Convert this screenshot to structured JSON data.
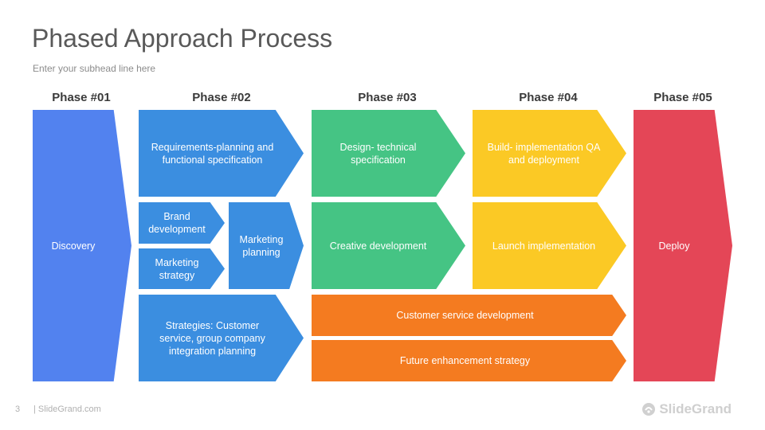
{
  "title": "Phased Approach Process",
  "subtitle": "Enter your subhead line here",
  "phases": [
    "Phase #01",
    "Phase #02",
    "Phase #03",
    "Phase #04",
    "Phase #05"
  ],
  "blocks": {
    "discovery": "Discovery",
    "requirements": "Requirements-planning and functional specification",
    "brand": "Brand development",
    "marketing_strategy": "Marketing strategy",
    "marketing_planning": "Marketing planning",
    "strategies": "Strategies: Customer service, group company integration planning",
    "design": "Design- technical specification",
    "creative": "Creative development",
    "build": "Build- implementation QA and deployment",
    "launch": "Launch implementation",
    "customer_service": "Customer service development",
    "future": "Future enhancement strategy",
    "deploy": "Deploy"
  },
  "colors": {
    "blue_indigo": "#5282ef",
    "blue": "#3b8ee0",
    "green": "#45c484",
    "yellow": "#fbc925",
    "orange": "#f47b20",
    "red": "#e44657"
  },
  "footer": {
    "page_number": "3",
    "link": "| SlideGrand.com",
    "brand": "SlideGrand"
  }
}
